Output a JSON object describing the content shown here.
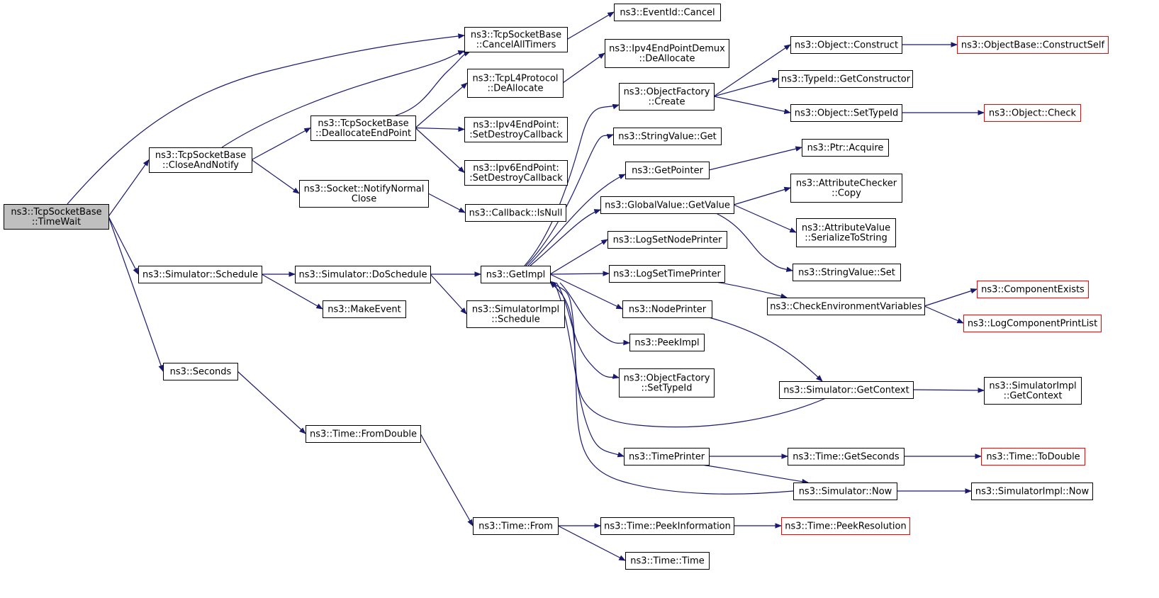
{
  "colors": {
    "edge": "#191970",
    "node_border": "#000000",
    "truncated_border": "#ff0000",
    "root_fill": "#bfbfbf",
    "background": "#ffffff"
  },
  "nodes": {
    "timewait": {
      "lines": [
        "ns3::TcpSocketBase",
        "::TimeWait"
      ],
      "root": true
    },
    "closeandnotify": {
      "lines": [
        "ns3::TcpSocketBase",
        "::CloseAndNotify"
      ]
    },
    "schedule": {
      "lines": [
        "ns3::Simulator::Schedule"
      ]
    },
    "seconds": {
      "lines": [
        "ns3::Seconds"
      ]
    },
    "cancelalltimers": {
      "lines": [
        "ns3::TcpSocketBase",
        "::CancelAllTimers"
      ]
    },
    "deallocateendpoint": {
      "lines": [
        "ns3::TcpSocketBase",
        "::DeallocateEndPoint"
      ]
    },
    "notifynormalclose": {
      "lines": [
        "ns3::Socket::NotifyNormal",
        "Close"
      ]
    },
    "doschedule": {
      "lines": [
        "ns3::Simulator::DoSchedule"
      ]
    },
    "makeevent": {
      "lines": [
        "ns3::MakeEvent"
      ]
    },
    "fromdouble": {
      "lines": [
        "ns3::Time::FromDouble"
      ]
    },
    "eventidcancel": {
      "lines": [
        "ns3::EventId::Cancel"
      ]
    },
    "tcpl4dealloc": {
      "lines": [
        "ns3::TcpL4Protocol",
        "::DeAllocate"
      ]
    },
    "ipv4epcb": {
      "lines": [
        "ns3::Ipv4EndPoint:",
        ":SetDestroyCallback"
      ]
    },
    "ipv6epcb": {
      "lines": [
        "ns3::Ipv6EndPoint:",
        ":SetDestroyCallback"
      ]
    },
    "isnull": {
      "lines": [
        "ns3::Callback::IsNull"
      ]
    },
    "getimpl": {
      "lines": [
        "ns3::GetImpl"
      ]
    },
    "simimplschedule": {
      "lines": [
        "ns3::SimulatorImpl",
        "::Schedule"
      ]
    },
    "timefrom": {
      "lines": [
        "ns3::Time::From"
      ]
    },
    "ipv4demuxdealloc": {
      "lines": [
        "ns3::Ipv4EndPointDemux",
        "::DeAllocate"
      ]
    },
    "objfactorycreate": {
      "lines": [
        "ns3::ObjectFactory",
        "::Create"
      ]
    },
    "stringvalueget": {
      "lines": [
        "ns3::StringValue::Get"
      ]
    },
    "getpointer": {
      "lines": [
        "ns3::GetPointer"
      ]
    },
    "globalvaluegetvalue": {
      "lines": [
        "ns3::GlobalValue::GetValue"
      ]
    },
    "logsetnodeprinter": {
      "lines": [
        "ns3::LogSetNodePrinter"
      ]
    },
    "logsettimeprinter": {
      "lines": [
        "ns3::LogSetTimePrinter"
      ]
    },
    "nodeprinter": {
      "lines": [
        "ns3::NodePrinter"
      ]
    },
    "peekimpl": {
      "lines": [
        "ns3::PeekImpl"
      ]
    },
    "objfactorysettypeid": {
      "lines": [
        "ns3::ObjectFactory",
        "::SetTypeId"
      ]
    },
    "timeprinter": {
      "lines": [
        "ns3::TimePrinter"
      ]
    },
    "peekinformation": {
      "lines": [
        "ns3::Time::PeekInformation"
      ]
    },
    "timetime": {
      "lines": [
        "ns3::Time::Time"
      ]
    },
    "objectconstruct": {
      "lines": [
        "ns3::Object::Construct"
      ]
    },
    "typeidgetconstructor": {
      "lines": [
        "ns3::TypeId::GetConstructor"
      ]
    },
    "objectsettypeid": {
      "lines": [
        "ns3::Object::SetTypeId"
      ]
    },
    "ptracquire": {
      "lines": [
        "ns3::Ptr::Acquire"
      ]
    },
    "attrcheckercopy": {
      "lines": [
        "ns3::AttributeChecker",
        "::Copy"
      ]
    },
    "attrvalueserialize": {
      "lines": [
        "ns3::AttributeValue",
        "::SerializeToString"
      ]
    },
    "stringvalueset": {
      "lines": [
        "ns3::StringValue::Set"
      ]
    },
    "checkenvvars": {
      "lines": [
        "ns3::CheckEnvironmentVariables"
      ]
    },
    "simgetcontext": {
      "lines": [
        "ns3::Simulator::GetContext"
      ]
    },
    "timegetseconds": {
      "lines": [
        "ns3::Time::GetSeconds"
      ]
    },
    "simnow": {
      "lines": [
        "ns3::Simulator::Now"
      ]
    },
    "peekresolution": {
      "lines": [
        "ns3::Time::PeekResolution"
      ],
      "truncated": true
    },
    "objectbaseconstructself": {
      "lines": [
        "ns3::ObjectBase::ConstructSelf"
      ],
      "truncated": true
    },
    "objectcheck": {
      "lines": [
        "ns3::Object::Check"
      ],
      "truncated": true
    },
    "componentexists": {
      "lines": [
        "ns3::ComponentExists"
      ],
      "truncated": true
    },
    "logcomponentprintlist": {
      "lines": [
        "ns3::LogComponentPrintList"
      ],
      "truncated": true
    },
    "simimplgetcontext": {
      "lines": [
        "ns3::SimulatorImpl",
        "::GetContext"
      ]
    },
    "timetodouble": {
      "lines": [
        "ns3::Time::ToDouble"
      ],
      "truncated": true
    },
    "simimplnow": {
      "lines": [
        "ns3::SimulatorImpl::Now"
      ]
    }
  },
  "edges": [
    [
      "timewait",
      "cancelalltimers"
    ],
    [
      "timewait",
      "closeandnotify"
    ],
    [
      "timewait",
      "schedule"
    ],
    [
      "timewait",
      "seconds"
    ],
    [
      "closeandnotify",
      "cancelalltimers"
    ],
    [
      "closeandnotify",
      "deallocateendpoint"
    ],
    [
      "closeandnotify",
      "notifynormalclose"
    ],
    [
      "cancelalltimers",
      "eventidcancel"
    ],
    [
      "deallocateendpoint",
      "cancelalltimers"
    ],
    [
      "deallocateendpoint",
      "tcpl4dealloc"
    ],
    [
      "deallocateendpoint",
      "ipv4epcb"
    ],
    [
      "deallocateendpoint",
      "ipv6epcb"
    ],
    [
      "notifynormalclose",
      "isnull"
    ],
    [
      "schedule",
      "doschedule"
    ],
    [
      "schedule",
      "makeevent"
    ],
    [
      "doschedule",
      "getimpl"
    ],
    [
      "doschedule",
      "simimplschedule"
    ],
    [
      "seconds",
      "fromdouble"
    ],
    [
      "fromdouble",
      "timefrom"
    ],
    [
      "tcpl4dealloc",
      "ipv4demuxdealloc"
    ],
    [
      "getimpl",
      "objfactorycreate"
    ],
    [
      "getimpl",
      "stringvalueget"
    ],
    [
      "getimpl",
      "getpointer"
    ],
    [
      "getimpl",
      "globalvaluegetvalue"
    ],
    [
      "getimpl",
      "logsetnodeprinter"
    ],
    [
      "getimpl",
      "logsettimeprinter"
    ],
    [
      "getimpl",
      "nodeprinter"
    ],
    [
      "getimpl",
      "peekimpl"
    ],
    [
      "getimpl",
      "objfactorysettypeid"
    ],
    [
      "getimpl",
      "timeprinter"
    ],
    [
      "simgetcontext",
      "getimpl"
    ],
    [
      "simnow",
      "getimpl"
    ],
    [
      "timefrom",
      "peekinformation"
    ],
    [
      "timefrom",
      "timetime"
    ],
    [
      "peekinformation",
      "peekresolution"
    ],
    [
      "objfactorycreate",
      "objectconstruct"
    ],
    [
      "objfactorycreate",
      "typeidgetconstructor"
    ],
    [
      "objfactorycreate",
      "objectsettypeid"
    ],
    [
      "objectconstruct",
      "objectbaseconstructself"
    ],
    [
      "objectsettypeid",
      "objectcheck"
    ],
    [
      "getpointer",
      "ptracquire"
    ],
    [
      "globalvaluegetvalue",
      "attrcheckercopy"
    ],
    [
      "globalvaluegetvalue",
      "attrvalueserialize"
    ],
    [
      "globalvaluegetvalue",
      "stringvalueset"
    ],
    [
      "logsettimeprinter",
      "checkenvvars"
    ],
    [
      "checkenvvars",
      "componentexists"
    ],
    [
      "checkenvvars",
      "logcomponentprintlist"
    ],
    [
      "nodeprinter",
      "simgetcontext"
    ],
    [
      "simgetcontext",
      "simimplgetcontext"
    ],
    [
      "timeprinter",
      "timegetseconds"
    ],
    [
      "timeprinter",
      "simnow"
    ],
    [
      "timegetseconds",
      "timetodouble"
    ],
    [
      "simnow",
      "simimplnow"
    ]
  ]
}
